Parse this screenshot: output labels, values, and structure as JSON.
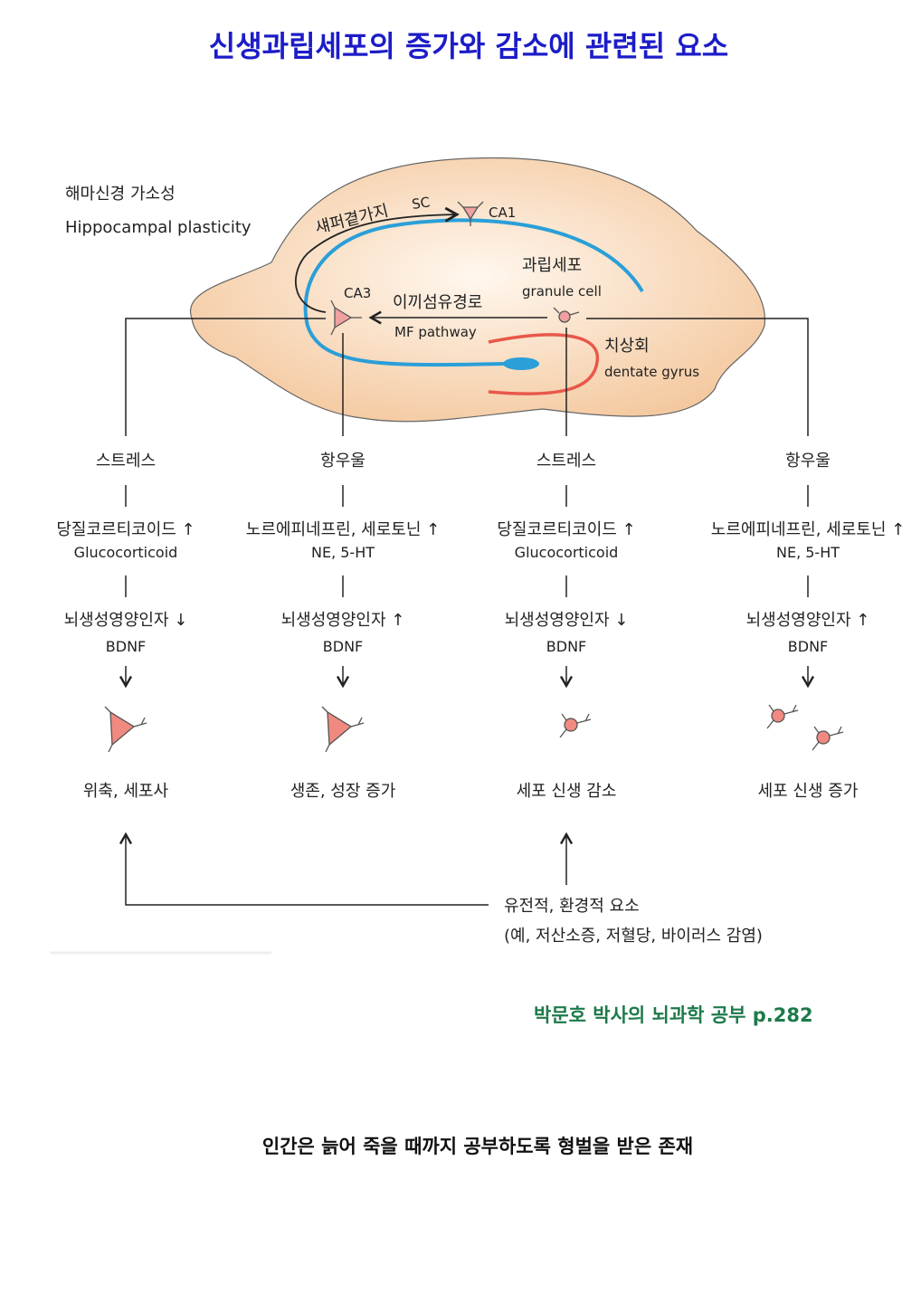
{
  "title": "신생과립세포의 증가와 감소에 관련된 요소",
  "hippocampus": {
    "label_ko": "해마신경 가소성",
    "label_en": "Hippocampal plasticity",
    "sc_ko": "섀퍼곁가지",
    "sc_en": "SC",
    "ca1": "CA1",
    "ca3": "CA3",
    "mf_ko": "이끼섬유경로",
    "mf_en": "MF pathway",
    "granule_ko": "과립세포",
    "granule_en": "granule cell",
    "dg_ko": "치상회",
    "dg_en": "dentate gyrus"
  },
  "columns": [
    {
      "trigger": "스트레스",
      "mediator_ko": "당질코르티코이드 ↑",
      "mediator_en": "Glucocorticoid",
      "bdnf_ko": "뇌생성영양인자 ↓",
      "bdnf_en": "BDNF",
      "outcome": "위축, 세포사"
    },
    {
      "trigger": "항우울",
      "mediator_ko": "노르에피네프린, 세로토닌 ↑",
      "mediator_en": "NE, 5-HT",
      "bdnf_ko": "뇌생성영양인자 ↑",
      "bdnf_en": "BDNF",
      "outcome": "생존, 성장  증가"
    },
    {
      "trigger": "스트레스",
      "mediator_ko": "당질코르티코이드 ↑",
      "mediator_en": "Glucocorticoid",
      "bdnf_ko": "뇌생성영양인자 ↓",
      "bdnf_en": "BDNF",
      "outcome": "세포 신생 감소"
    },
    {
      "trigger": "항우울",
      "mediator_ko": "노르에피네프린, 세로토닌 ↑",
      "mediator_en": "NE, 5-HT",
      "bdnf_ko": "뇌생성영양인자 ↑",
      "bdnf_en": "BDNF",
      "outcome": "세포 신생 증가"
    }
  ],
  "factors": {
    "line1": "유전적, 환경적 요소",
    "line2": "(예, 저산소증, 저혈당, 바이러스 감염)"
  },
  "citation": "박문호 박사의 뇌과학 공부  p.282",
  "quote": "인간은 늙어 죽을 때까지 공부하도록 형벌을 받은 존재",
  "colors": {
    "title": "#1c1cc8",
    "blob": "#f6cfa6",
    "blue": "#2a9fd8",
    "red": "#e8584a",
    "cite": "#1d7a4a"
  }
}
